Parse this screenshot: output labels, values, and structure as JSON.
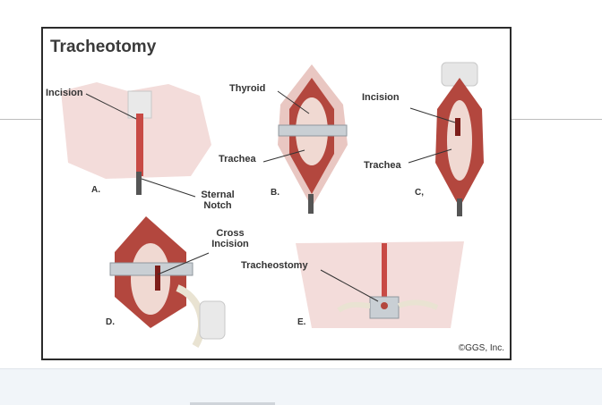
{
  "figure": {
    "title": "Tracheotomy",
    "copyright": "©GGS, Inc."
  },
  "labels": {
    "incision_a": "Incision",
    "thyroid": "Thyroid",
    "incision_c": "Incision",
    "trachea_b": "Trachea",
    "trachea_c": "Trachea",
    "sternal_notch": "Sternal Notch",
    "cross_incision": "Cross Incision",
    "tracheostomy": "Tracheostomy"
  },
  "panels": [
    "A.",
    "B.",
    "C,",
    "D.",
    "E."
  ],
  "colors": {
    "skin": "#f3dcda",
    "tissue": "#b3473e",
    "instrument": "#c9cfd4",
    "frame": "#2b2b2b"
  }
}
